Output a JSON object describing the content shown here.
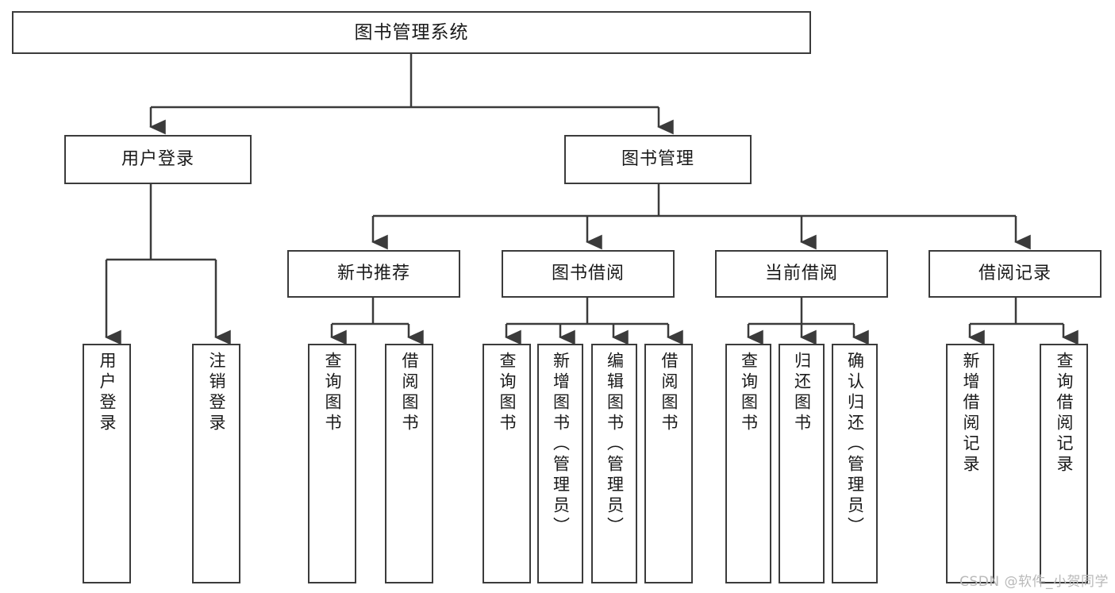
{
  "diagram": {
    "title": "图书管理系统",
    "colors": {
      "stroke": "#3b3b3b",
      "fill": "#ffffff",
      "text": "#1a1a1a",
      "watermark": "#b9b9b9"
    },
    "root": {
      "label": "图书管理系统"
    },
    "level2": [
      {
        "label": "用户登录"
      },
      {
        "label": "图书管理"
      }
    ],
    "level3": [
      {
        "label": "新书推荐"
      },
      {
        "label": "图书借阅"
      },
      {
        "label": "当前借阅"
      },
      {
        "label": "借阅记录"
      }
    ],
    "leaves": [
      {
        "label": "用户登录"
      },
      {
        "label": "注销登录"
      },
      {
        "label": "查询图书"
      },
      {
        "label": "借阅图书"
      },
      {
        "label": "查询图书"
      },
      {
        "label": "新增图书（管理员）"
      },
      {
        "label": "编辑图书（管理员）"
      },
      {
        "label": "借阅图书"
      },
      {
        "label": "查询图书"
      },
      {
        "label": "归还图书"
      },
      {
        "label": "确认归还（管理员）"
      },
      {
        "label": "新增借阅记录"
      },
      {
        "label": "查询借阅记录"
      }
    ],
    "watermark": "CSDN @软件_小贺同学"
  }
}
